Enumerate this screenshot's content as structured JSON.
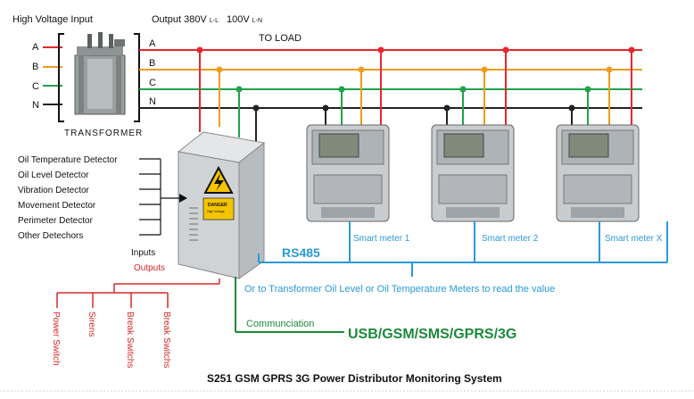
{
  "header": {
    "high_voltage_input": "High Voltage Input",
    "output_label": "Output 380V",
    "output_ll": "L-L",
    "output_ln_value": "100V",
    "output_ln": "L-N",
    "to_load": "TO LOAD"
  },
  "phases_left": [
    "A",
    "B",
    "C",
    "N"
  ],
  "phases_right": [
    "A",
    "B",
    "C",
    "N"
  ],
  "transformer_label": "TRANSFORMER",
  "detectors": [
    "Oil Temperature Detector",
    "Oil Level Detector",
    "Vibration Detector",
    "Movement Detector",
    "Perimeter Detector",
    "Other Detechors"
  ],
  "inputs_label": "Inputs",
  "outputs_label": "Outputs",
  "outputs": [
    "Power Switch",
    "Sirens",
    "Break Switchs",
    "Break Switchs"
  ],
  "danger_sign": {
    "title": "DANGER",
    "subtitle": "High Voltage"
  },
  "meters": [
    "Smart meter 1",
    "Smart meter 2",
    "Smart meter X"
  ],
  "rs485_label": "RS485",
  "rs485_note": "Or to Transformer Oil Level or Oil Temperature Meters to read the value",
  "communication_label": "Communciation",
  "communication_value": "USB/GSM/SMS/GPRS/3G",
  "footer_title": "S251  GSM GPRS 3G Power Distributor Monitoring System",
  "colors": {
    "phase_a": "#e8262b",
    "phase_b": "#f29a1d",
    "phase_c": "#1fa24a",
    "neutral": "#222222",
    "rs485": "#2a9ad8",
    "comm": "#1b8a3a",
    "outputs": "#d62828"
  }
}
